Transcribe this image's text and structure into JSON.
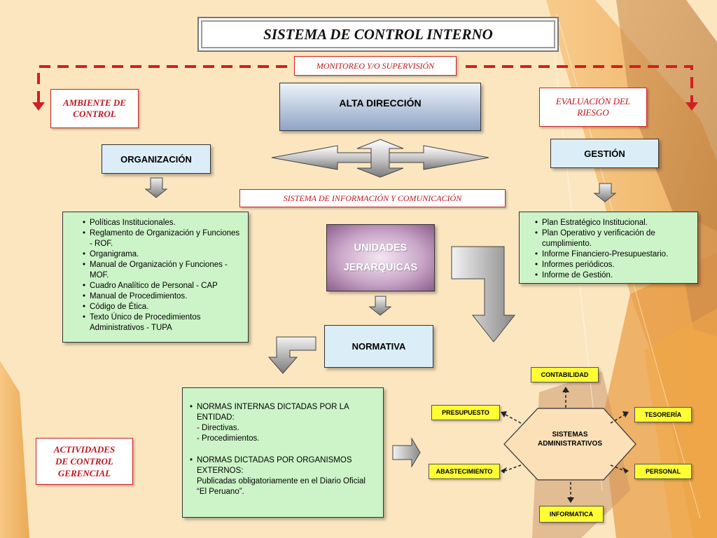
{
  "title": "SISTEMA DE CONTROL INTERNO",
  "monitoreo": "MONITOREO Y/O SUPERVISIÓN",
  "ambiente": [
    "AMBIENTE DE",
    "CONTROL"
  ],
  "evaluacion": [
    "EVALUACIÓN DEL",
    "RIESGO"
  ],
  "alta_direccion": "ALTA DIRECCIÓN",
  "organizacion": "ORGANIZACIÓN",
  "gestion": "GESTIÓN",
  "sistema_info": "SISTEMA DE INFORMACIÓN Y COMUNICACIÓN",
  "unidades": [
    "UNIDADES",
    "JERARQUICAS"
  ],
  "normativa": "NORMATIVA",
  "actividades": [
    "ACTIVIDADES",
    "DE CONTROL",
    "GERENCIAL"
  ],
  "organizacion_items": [
    "Políticas Institucionales.",
    "Reglamento de Organización y Funciones - ROF.",
    "Organigrama.",
    "Manual de Organización y Funciones - MOF.",
    "Cuadro Analítico de Personal - CAP",
    "Manual de Procedimientos.",
    "Código de Ética.",
    "Texto Único de Procedimientos Administrativos - TUPA"
  ],
  "gestion_items": [
    "Plan Estratégico Institucional.",
    "Plan Operativo y verificación de cumplimiento.",
    "Informe Financiero-Presupuestario.",
    "Informes periódicos.",
    "Informe de Gestión."
  ],
  "normas": {
    "internas": "NORMAS INTERNAS DICTADAS POR LA ENTIDAD:",
    "internas_sub": [
      "-  Directivas.",
      "-  Procedimientos."
    ],
    "externas": "NORMAS DICTADAS POR ORGANISMOS EXTERNOS:",
    "externas_sub": "Publicadas obligatoriamente en el Diario Oficial “El Peruano”."
  },
  "sistemas": {
    "center": [
      "SISTEMAS",
      "ADMINISTRATIVOS"
    ],
    "contabilidad": "CONTABILIDAD",
    "presupuesto": "PRESUPUESTO",
    "tesoreria": "TESORERÍA",
    "abastecimiento": "ABASTECIMIENTO",
    "personal": "PERSONAL",
    "informatica": "INFORMATICA"
  },
  "colors": {
    "red": "#d21f1f",
    "green": "#ccf4c8",
    "yellow": "#ffff33",
    "purple": "#9a6e9c"
  }
}
